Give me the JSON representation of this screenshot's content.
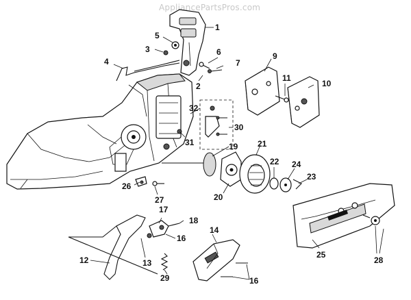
{
  "watermark": "AppliancePartsPros.com",
  "callouts": [
    "1",
    "2",
    "3",
    "4",
    "5",
    "6",
    "7",
    "9",
    "10",
    "11",
    "12",
    "13",
    "14",
    "16",
    "16",
    "17",
    "18",
    "19",
    "20",
    "21",
    "22",
    "23",
    "24",
    "25",
    "26",
    "27",
    "28",
    "29",
    "30",
    "31",
    "32"
  ]
}
